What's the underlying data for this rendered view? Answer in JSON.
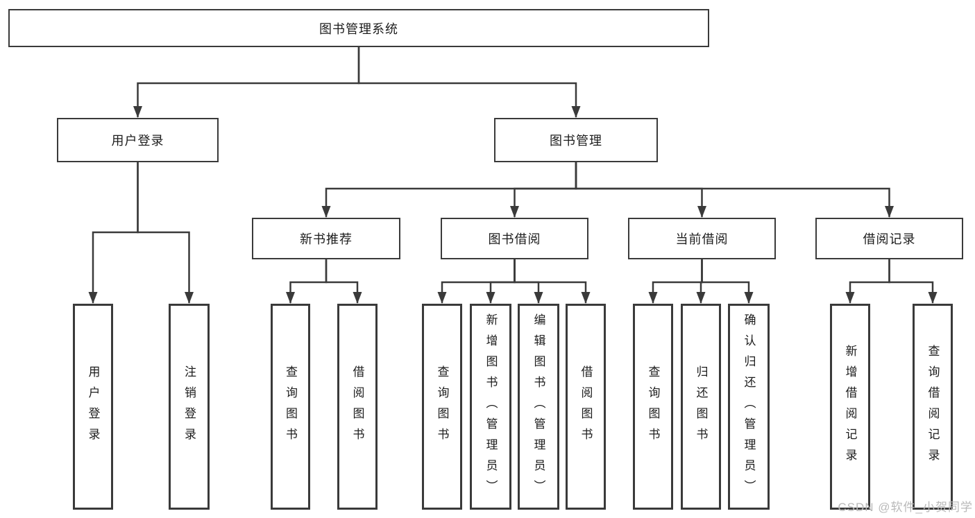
{
  "diagram": {
    "watermark": "CSDN @软件_小贺同学",
    "colors": {
      "line": "#3a3a3a",
      "box_border": "#3a3a3a",
      "box_background": "#ffffff",
      "text": "#1c1c1c",
      "watermark": "#b9b9b9"
    },
    "nodes": {
      "root": {
        "label": "图书管理系统"
      },
      "user-login": {
        "label": "用户登录"
      },
      "book-mgmt": {
        "label": "图书管理"
      },
      "new-book-rec": {
        "label": "新书推荐"
      },
      "book-borrow": {
        "label": "图书借阅"
      },
      "current-borrow": {
        "label": "当前借阅"
      },
      "borrow-record": {
        "label": "借阅记录"
      },
      "leaf-user-login": {
        "label": "用户登录"
      },
      "leaf-logout": {
        "label": "注销登录"
      },
      "leaf-query-book-1": {
        "label": "查询图书"
      },
      "leaf-borrow-book-1": {
        "label": "借阅图书"
      },
      "leaf-query-book-2": {
        "label": "查询图书"
      },
      "leaf-add-book": {
        "label": "新增图书（管理员）"
      },
      "leaf-edit-book": {
        "label": "编辑图书（管理员）"
      },
      "leaf-borrow-book-2": {
        "label": "借阅图书"
      },
      "leaf-query-book-3": {
        "label": "查询图书"
      },
      "leaf-return-book": {
        "label": "归还图书"
      },
      "leaf-confirm-return": {
        "label": "确认归还（管理员）"
      },
      "leaf-add-record": {
        "label": "新增借阅记录"
      },
      "leaf-query-record": {
        "label": "查询借阅记录"
      }
    },
    "hierarchy": {
      "root": [
        "user-login",
        "book-mgmt"
      ],
      "user-login": [
        "leaf-user-login",
        "leaf-logout"
      ],
      "book-mgmt": [
        "new-book-rec",
        "book-borrow",
        "current-borrow",
        "borrow-record"
      ],
      "new-book-rec": [
        "leaf-query-book-1",
        "leaf-borrow-book-1"
      ],
      "book-borrow": [
        "leaf-query-book-2",
        "leaf-add-book",
        "leaf-edit-book",
        "leaf-borrow-book-2"
      ],
      "current-borrow": [
        "leaf-query-book-3",
        "leaf-return-book",
        "leaf-confirm-return"
      ],
      "borrow-record": [
        "leaf-add-record",
        "leaf-query-record"
      ]
    }
  }
}
